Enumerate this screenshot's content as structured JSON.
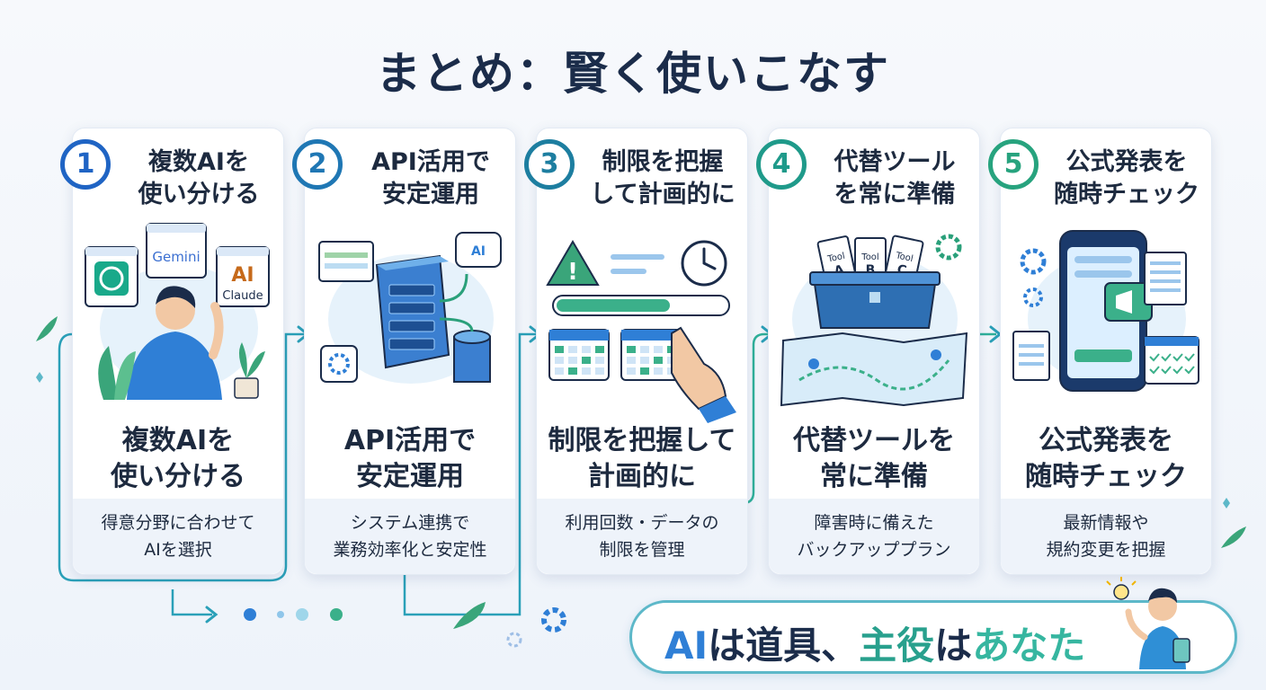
{
  "title": "まとめ：賢く使いこなす",
  "colors": {
    "step1": "#1f64c4",
    "step2": "#1f77b4",
    "step3": "#1d7ea0",
    "step4": "#1f9a8a",
    "step5": "#27a37e",
    "connector": "#2aa0b8"
  },
  "steps": [
    {
      "number": "1",
      "header_title": [
        "複数AIを",
        "使い分ける"
      ],
      "main_title": [
        "複数AIを",
        "使い分ける"
      ],
      "description": [
        "得意分野に合わせて",
        "AIを選択"
      ],
      "icon": "person-multiple-ai-icon",
      "illustration_labels": [
        "Gemini",
        "Claude"
      ]
    },
    {
      "number": "2",
      "header_title": [
        "API活用で",
        "安定運用"
      ],
      "main_title": [
        "API活用で",
        "安定運用"
      ],
      "description": [
        "システム連携で",
        "業務効率化と安定性"
      ],
      "icon": "server-api-icon",
      "illustration_labels": [
        "AI"
      ]
    },
    {
      "number": "3",
      "header_title": [
        "制限を把握",
        "して計画的に"
      ],
      "main_title": [
        "制限を把握して",
        "計画的に"
      ],
      "description": [
        "利用回数・データの",
        "制限を管理"
      ],
      "icon": "limit-calendar-icon",
      "illustration_labels": []
    },
    {
      "number": "4",
      "header_title": [
        "代替ツール",
        "を常に準備"
      ],
      "main_title": [
        "代替ツールを",
        "常に準備"
      ],
      "description": [
        "障害時に備えた",
        "バックアッププラン"
      ],
      "icon": "toolbox-map-icon",
      "illustration_labels": [
        "Tool A",
        "Tool B",
        "Tool C"
      ]
    },
    {
      "number": "5",
      "header_title": [
        "公式発表を",
        "随時チェック"
      ],
      "main_title": [
        "公式発表を",
        "随時チェック"
      ],
      "description": [
        "最新情報や",
        "規約変更を把握"
      ],
      "icon": "phone-announcement-icon",
      "illustration_labels": []
    }
  ],
  "banner": {
    "part1": "AI",
    "part2": "は道具、",
    "part3": "主役",
    "part4": "は",
    "part5": "あなた"
  }
}
